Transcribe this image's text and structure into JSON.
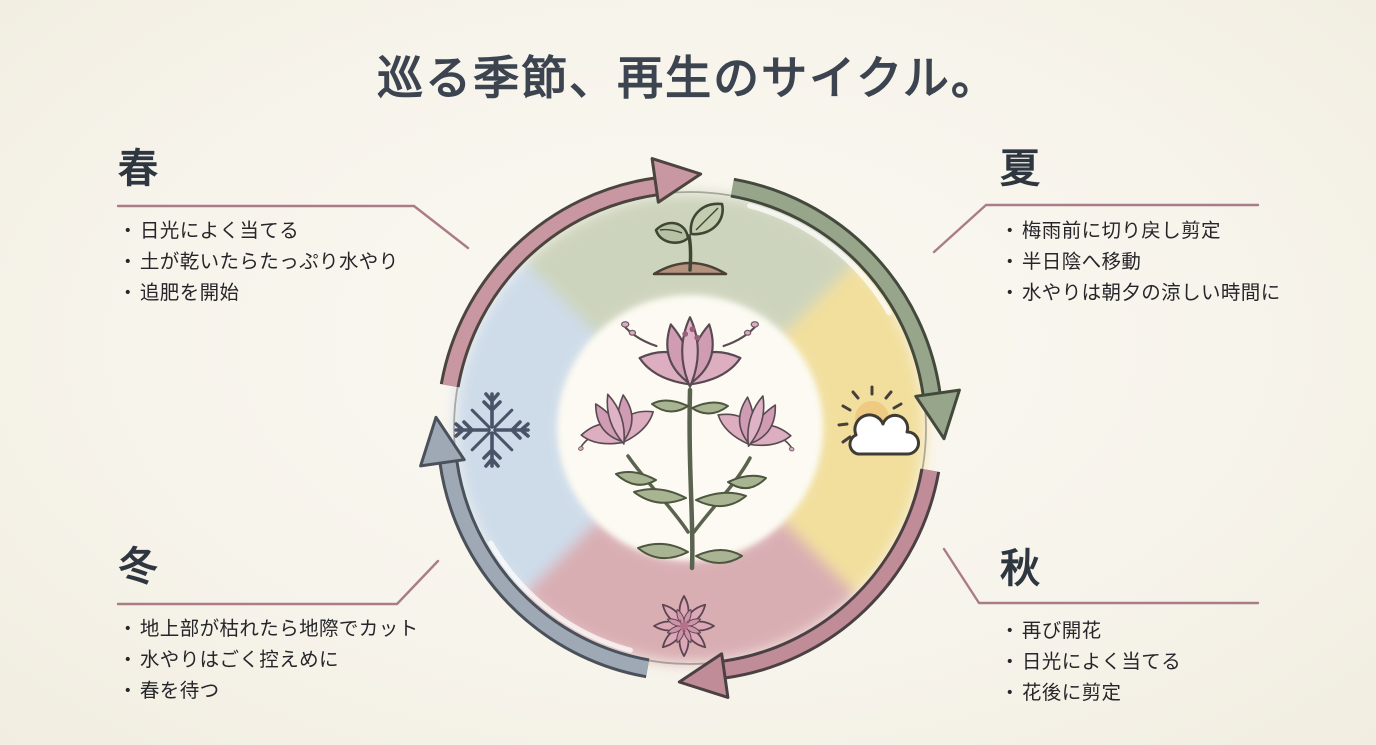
{
  "title": "巡る季節、再生のサイクル。",
  "bullet_char": "・",
  "flow": "clockwise",
  "seasons": [
    {
      "id": "spring",
      "label": "春",
      "icon": "sprout-icon",
      "ring_color": "#cdd4bd",
      "tips": [
        "日光によく当てる",
        "土が乾いたらたっぷり水やり",
        "追肥を開始"
      ]
    },
    {
      "id": "summer",
      "label": "夏",
      "icon": "sun-cloud-icon",
      "ring_color": "#f2df9d",
      "tips": [
        "梅雨前に切り戻し剪定",
        "半日陰へ移動",
        "水やりは朝夕の涼しい時間に"
      ]
    },
    {
      "id": "autumn",
      "label": "秋",
      "icon": "bloom-icon",
      "ring_color": "#d9aeb3",
      "tips": [
        "再び開花",
        "日光によく当てる",
        "花後に剪定"
      ]
    },
    {
      "id": "winter",
      "label": "冬",
      "icon": "snowflake-icon",
      "ring_color": "#cedcea",
      "tips": [
        "地上部が枯れたら地際でカット",
        "水やりはごく控えめに",
        "春を待つ"
      ]
    }
  ],
  "arrows": [
    {
      "position": "top",
      "color": "#c997a2"
    },
    {
      "position": "right",
      "color": "#97a58b"
    },
    {
      "position": "bottom",
      "color": "#bf8c97"
    },
    {
      "position": "left",
      "color": "#9fa9b5"
    }
  ],
  "center_illustration": "pink-flowering-plant",
  "colors": {
    "background": "#f7f4ec",
    "title_text": "#3c4450",
    "heading_text": "#2e3640",
    "body_text": "#26262a",
    "leader_line": "#aa7d86",
    "inner_circle": "#fcfaf2"
  }
}
